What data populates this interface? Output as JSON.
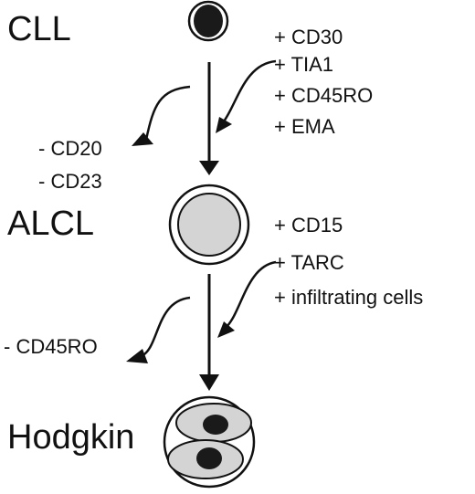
{
  "stages": [
    {
      "id": "cll",
      "label": "CLL"
    },
    {
      "id": "alcl",
      "label": "ALCL"
    },
    {
      "id": "hodgkin",
      "label": "Hodgkin"
    }
  ],
  "transitions": [
    {
      "gained": [
        "+ CD30",
        "+ TIA1",
        "+ CD45RO",
        "+ EMA"
      ],
      "lost": [
        "- CD20",
        "- CD23"
      ]
    },
    {
      "gained": [
        "+ CD15",
        "+ TARC",
        "+ infiltrating cells"
      ],
      "lost": [
        "- CD45RO"
      ]
    }
  ],
  "colors": {
    "ink": "#111111",
    "cytoplasm": "#d4d4d4",
    "nucleus": "#1a1a1a"
  }
}
